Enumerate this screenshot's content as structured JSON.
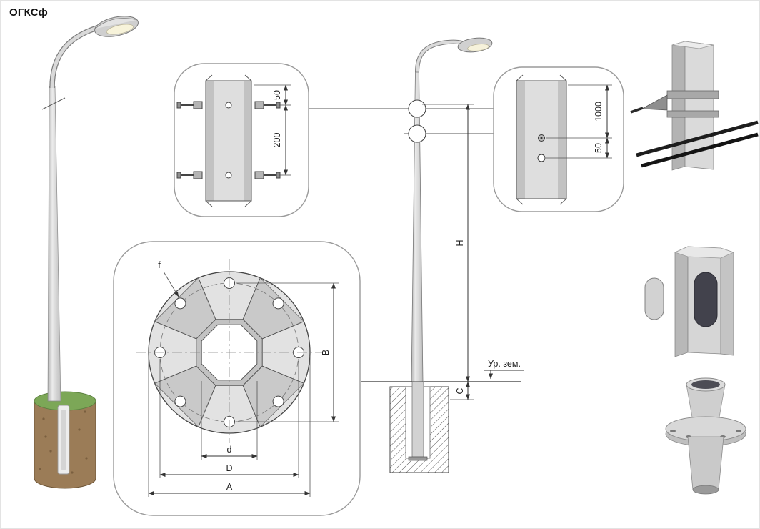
{
  "title": "ОГКСф",
  "colors": {
    "pole_gray": "#d6d6d6",
    "foundation_brown": "#9b7c57",
    "grass_green": "#7ca757",
    "line_dark": "#333333"
  },
  "detail_top_section": {
    "dim_offset": "50",
    "dim_spacing": "200"
  },
  "detail_right_section": {
    "dim_height": "1000",
    "dim_offset": "50"
  },
  "flange_detail": {
    "hole_label": "f",
    "bolt_span": "B",
    "inner_dia": "d",
    "bolt_circle_dia": "D",
    "outer_dia": "A"
  },
  "elevation": {
    "height": "H",
    "embed": "C",
    "ground_level": "Ур. зем."
  }
}
